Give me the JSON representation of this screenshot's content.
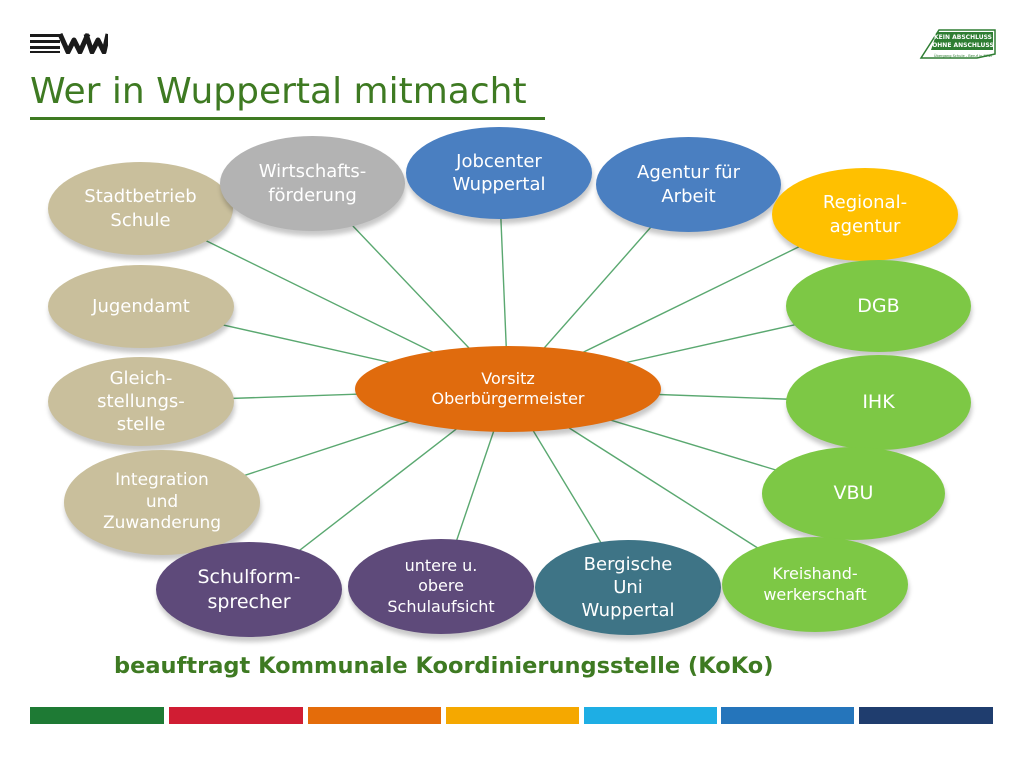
{
  "header": {
    "logo_left": "wsw-logo",
    "logo_right": {
      "line1": "KEIN ABSCHLUSS",
      "line2": "OHNE ANSCHLUSS",
      "line3": "Übergang Schule - Beruf in NRW"
    },
    "title": "Wer in Wuppertal mitmacht"
  },
  "diagram": {
    "center": {
      "text": "Vorsitz\nOberbürgermeister",
      "color": "#e06b0d",
      "text_color": "#ffffff"
    },
    "nodes": [
      {
        "id": "stadtbetrieb",
        "text": "Stadtbetrieb\nSchule",
        "color": "#c9bf9c",
        "text_color": "#ffffff"
      },
      {
        "id": "wirtschaft",
        "text": "Wirtschafts-\nförderung",
        "color": "#b3b3b3",
        "text_color": "#ffffff"
      },
      {
        "id": "jobcenter",
        "text": "Jobcenter\nWuppertal",
        "color": "#4a7fc1",
        "text_color": "#ffffff"
      },
      {
        "id": "agentur",
        "text": "Agentur für\nArbeit",
        "color": "#4a7fc1",
        "text_color": "#ffffff"
      },
      {
        "id": "regional",
        "text": "Regional-\nagentur",
        "color": "#ffc000",
        "text_color": "#ffffff"
      },
      {
        "id": "jugendamt",
        "text": "Jugendamt",
        "color": "#c9bf9c",
        "text_color": "#ffffff"
      },
      {
        "id": "dgb",
        "text": "DGB",
        "color": "#7dc845",
        "text_color": "#ffffff"
      },
      {
        "id": "gleich",
        "text": "Gleich-\nstellungs-\nstelle",
        "color": "#c9bf9c",
        "text_color": "#ffffff"
      },
      {
        "id": "ihk",
        "text": "IHK",
        "color": "#7dc845",
        "text_color": "#ffffff"
      },
      {
        "id": "integration",
        "text": "Integration\nund\nZuwanderung",
        "color": "#c9bf9c",
        "text_color": "#ffffff"
      },
      {
        "id": "vbu",
        "text": "VBU",
        "color": "#7dc845",
        "text_color": "#ffffff"
      },
      {
        "id": "schulform",
        "text": "Schulform-\nsprecher",
        "color": "#5e4a7a",
        "text_color": "#ffffff"
      },
      {
        "id": "aufsicht",
        "text": "untere u.\nobere\nSchulaufsicht",
        "color": "#5e4a7a",
        "text_color": "#ffffff"
      },
      {
        "id": "uni",
        "text": "Bergische\nUni\nWuppertal",
        "color": "#3e7486",
        "text_color": "#ffffff"
      },
      {
        "id": "kreis",
        "text": "Kreishand-\nwerkerschaft",
        "color": "#7dc845",
        "text_color": "#ffffff"
      }
    ],
    "connector_color": "#5aa870"
  },
  "footer": {
    "text": "beauftragt Kommunale Koordinierungsstelle  (KoKo)"
  },
  "stripes": [
    "#1e7a34",
    "#d01d33",
    "#e46c0a",
    "#f5a800",
    "#1eaee4",
    "#2575bb",
    "#1f3d6e"
  ]
}
